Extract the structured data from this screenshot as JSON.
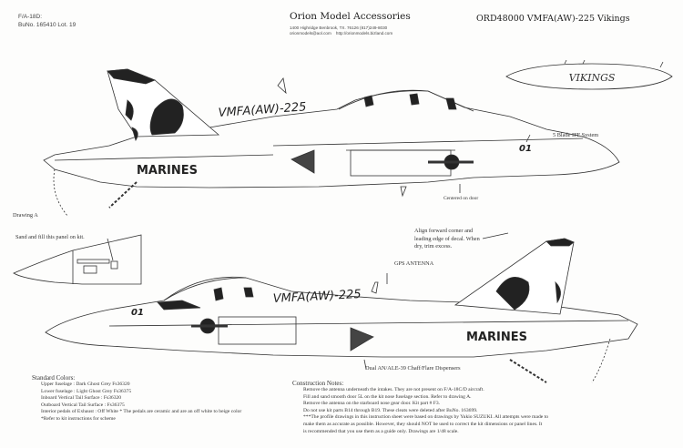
{
  "header": {
    "aircraft_type": "F/A-18D:",
    "buno": "BuNo. 165410  Lot. 19",
    "brand": "Orion Model Accessories",
    "address": "1400 Highridge  Benbrook, TX. 76126  (817)249-8030",
    "email": "orionmodels@aol.com",
    "website": "http://orionmodels.bizland.com",
    "title": "ORD48000  VMFA(AW)-225 Vikings"
  },
  "artwork": {
    "oval_text": "VIKINGS",
    "squadron_code": "VMFA(AW)-225",
    "service": "MARINES",
    "modex": "01"
  },
  "labels": {
    "iff": "5 Blade IFF System",
    "centered_door": "Centered on door",
    "drawing_a": "Drawing A",
    "sand_fill": "Sand and fill this panel on kit.",
    "align_1": "Align forward corner and",
    "align_2": "leading edge of decal. When",
    "align_3": "dry, trim excess.",
    "gps": "GPS ANTENNA",
    "chaff": "Dual AN/ALE-39 Chaff/Flare Dispensers"
  },
  "standard_colors": {
    "heading": "Standard Colors:",
    "lines": [
      "Upper fuselage :      Dark Ghost Grey  Fs36320",
      "Lower fuselage :      Light Ghost Grey  Fs36375",
      "Inboard Vertical Tail Surface :  Fs36320",
      "Outboard Vertical Tail Surface :  Fs36375",
      "Interior pedals of Exhaust :  Off White   * The pedals are ceramic and are an off white to beige color",
      "*Refer to kit instructions for scheme"
    ]
  },
  "construction_notes": {
    "heading": "Construction Notes:",
    "lines": [
      "Remove the antenna underneath the intakes. They are not present on F/A-18C/D aircraft.",
      "Fill and sand smooth door 5L on the kit nose fuselage section. Refer to drawing A.",
      "Remove the antenna on the starboard nose gear door. Kit part # F3.",
      "Do not use kit parts B14 through B19. These cleats were deleted after BuNo. 163699.",
      "***The profile drawings in this instruction sheet were based on drawings by Yukio SUZUKI. All attempts were made to",
      "make them as accurate as possible. However, they should NOT be used to correct the kit dimensions or panel lines. It",
      "is recommended that you use them as a guide only.  Drawings are 1/48 scale."
    ]
  }
}
